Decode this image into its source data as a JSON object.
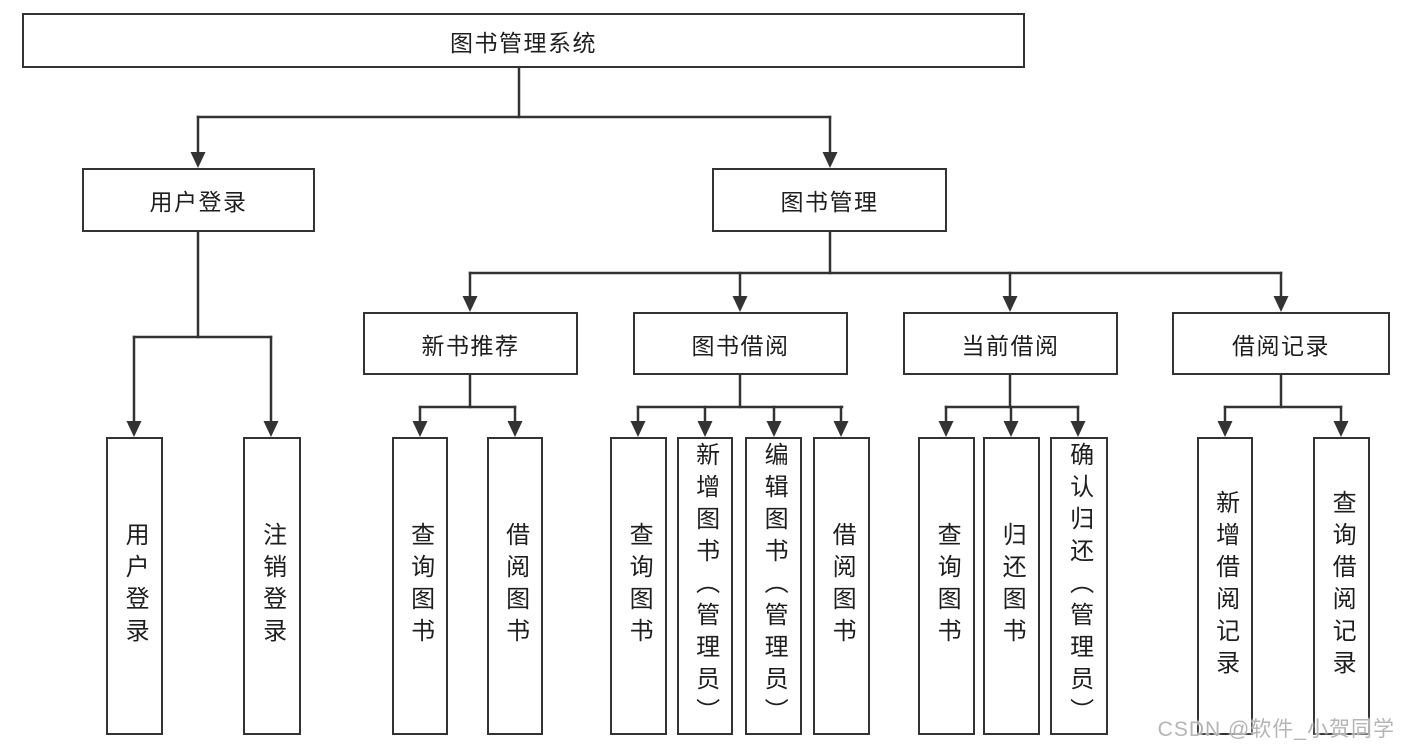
{
  "diagram_type": "functional-structure-tree",
  "tree": {
    "label": "图书管理系统",
    "children": [
      {
        "label": "用户登录",
        "children": [
          {
            "label": "用户登录"
          },
          {
            "label": "注销登录"
          }
        ]
      },
      {
        "label": "图书管理",
        "children": [
          {
            "label": "新书推荐",
            "children": [
              {
                "label": "查询图书"
              },
              {
                "label": "借阅图书"
              }
            ]
          },
          {
            "label": "图书借阅",
            "children": [
              {
                "label": "查询图书"
              },
              {
                "label": "新增图书（管理员）"
              },
              {
                "label": "编辑图书（管理员）"
              },
              {
                "label": "借阅图书"
              }
            ]
          },
          {
            "label": "当前借阅",
            "children": [
              {
                "label": "查询图书"
              },
              {
                "label": "归还图书"
              },
              {
                "label": "确认归还（管理员）"
              }
            ]
          },
          {
            "label": "借阅记录",
            "children": [
              {
                "label": "新增借阅记录"
              },
              {
                "label": "查询借阅记录"
              }
            ]
          }
        ]
      }
    ]
  },
  "watermark": "CSDN @软件_小贺同学",
  "colors": {
    "line": "#333333",
    "box_border": "#333333",
    "box_fill": "#ffffff",
    "text": "#1e1e1e",
    "watermark_text": "#b5b5b5"
  }
}
